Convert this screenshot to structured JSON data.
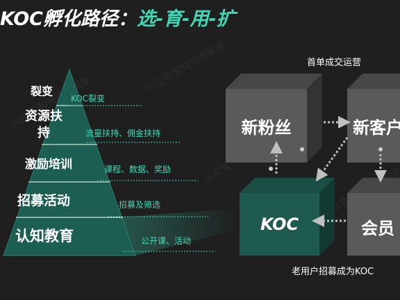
{
  "title": {
    "main": "KOC孵化路径：",
    "accent": "选-育-用-扩"
  },
  "pyramid": {
    "levels": [
      {
        "label": "裂变",
        "desc": "KOC裂变"
      },
      {
        "label": "资源扶\n持",
        "desc": "流量扶持、佣金扶持"
      },
      {
        "label": "激励培训",
        "desc": "课程、数据、奖励"
      },
      {
        "label": "招募活动",
        "desc": "招募及筛选"
      },
      {
        "label": "认知教育",
        "desc": "公开课、活动"
      }
    ]
  },
  "flow": {
    "nodes": {
      "new_fans": "新粉丝",
      "new_customers": "新客户",
      "koc": "KOC",
      "member": "会员"
    },
    "captions": {
      "top": "首单成交运营",
      "bottom": "老用户招募成为KOC"
    }
  },
  "watermark": "公众号:知晓运营赋能",
  "colors": {
    "accent": "#3fd9b8",
    "pyramid_fill": "#1d5e52",
    "koc_front": "#1e5a50",
    "cube_front": "#5a5a5a",
    "cube_top": "#444444",
    "cube_side": "#333333",
    "background": "#1f1f1f"
  }
}
